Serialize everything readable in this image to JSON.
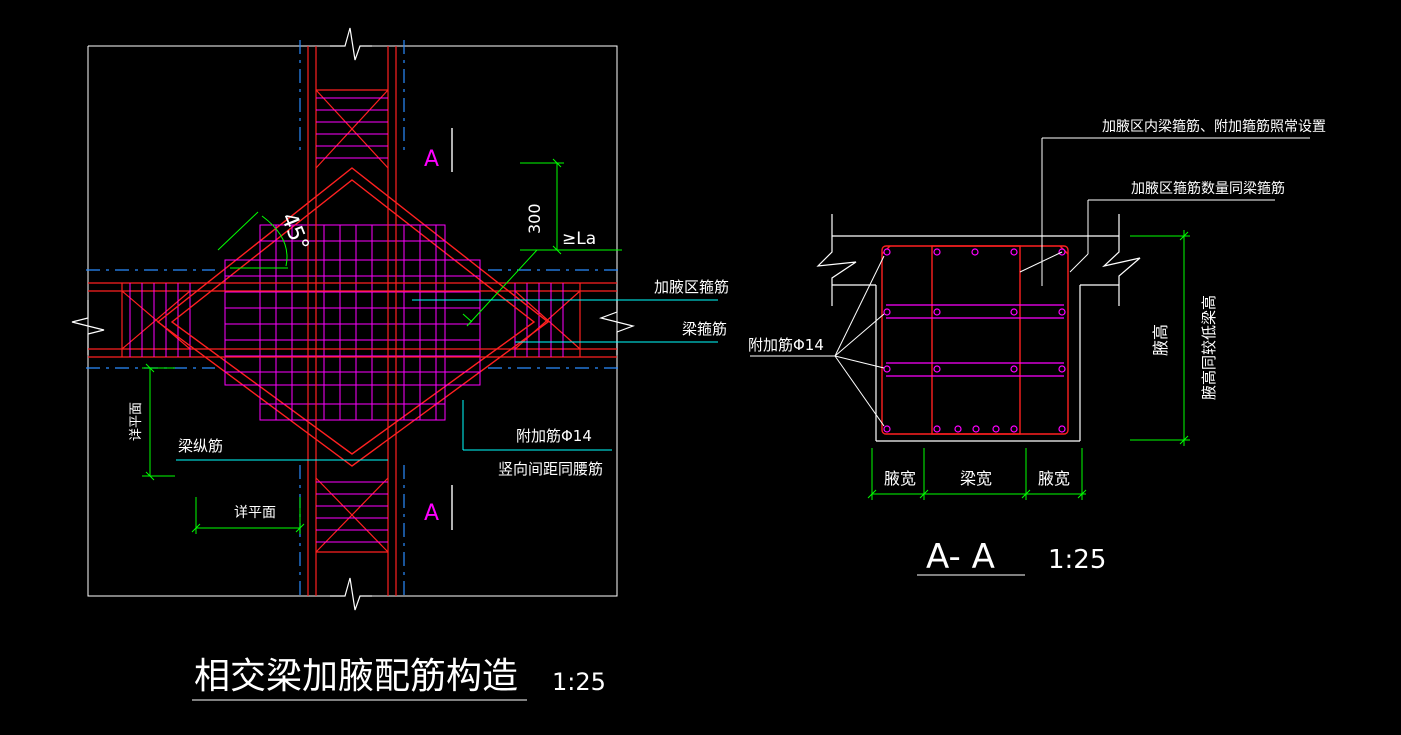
{
  "left_view": {
    "title": "相交梁加腋配筋构造",
    "scale": "1:25",
    "angle": "45°",
    "dim_300": "300",
    "dim_la": "≥La",
    "section_mark": "A",
    "label_haunch_stirrup": "加腋区箍筋",
    "label_beam_stirrup": "梁箍筋",
    "label_beam_longitudinal": "梁纵筋",
    "label_additional_bar": "附加筋Φ14",
    "label_vertical_spacing": "竖向间距同腰筋",
    "label_see_plan": "详平面"
  },
  "section_view": {
    "title": "A- A",
    "scale": "1:25",
    "note_top_1": "加腋区内梁箍筋、附加箍筋照常设置",
    "note_top_2": "加腋区箍筋数量同梁箍筋",
    "label_additional_bar": "附加筋Φ14",
    "dim_haunch_width": "腋宽",
    "dim_beam_width": "梁宽",
    "dim_haunch_height": "腋高",
    "dim_haunch_height_note": "腋高同较低梁高"
  },
  "colors": {
    "background": "#000000",
    "outline": "#ffffff",
    "rebar": "#ff0000",
    "stirrup": "#ff00ff",
    "dimension": "#00ff00",
    "leader": "#00ffff",
    "centerline": "#00ccff"
  }
}
